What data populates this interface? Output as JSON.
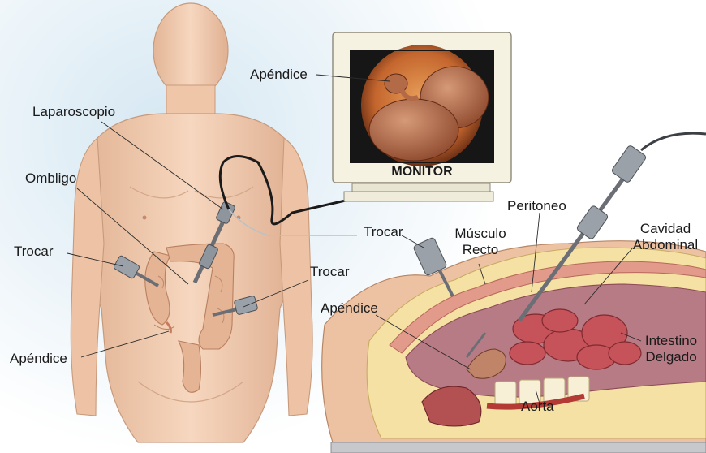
{
  "labels": {
    "laparoscopio": "Laparoscopio",
    "ombligo": "Ombligo",
    "trocar_left": "Trocar",
    "apendice_bottom": "Apéndice",
    "trocar_middle": "Trocar",
    "apendice_monitor": "Apéndice",
    "monitor": "MONITOR",
    "trocar_right": "Trocar",
    "musculo_recto": "Músculo\nRecto",
    "peritoneo": "Peritoneo",
    "cavidad_abdominal": "Cavidad\nAbdominal",
    "apendice_section": "Apéndice",
    "intestino_delgado": "Intestino\nDelgado",
    "aorta": "Aorta"
  },
  "colors": {
    "skin": "#f2cdb0",
    "skin_shade": "#dca887",
    "intestine": "#e6b79a",
    "organ_dark": "#a75d3e",
    "monitor_frame": "#f4f0df",
    "small_intestine": "#c6525a",
    "fat_layer": "#f4e1a3",
    "cavity": "#b77b85"
  }
}
